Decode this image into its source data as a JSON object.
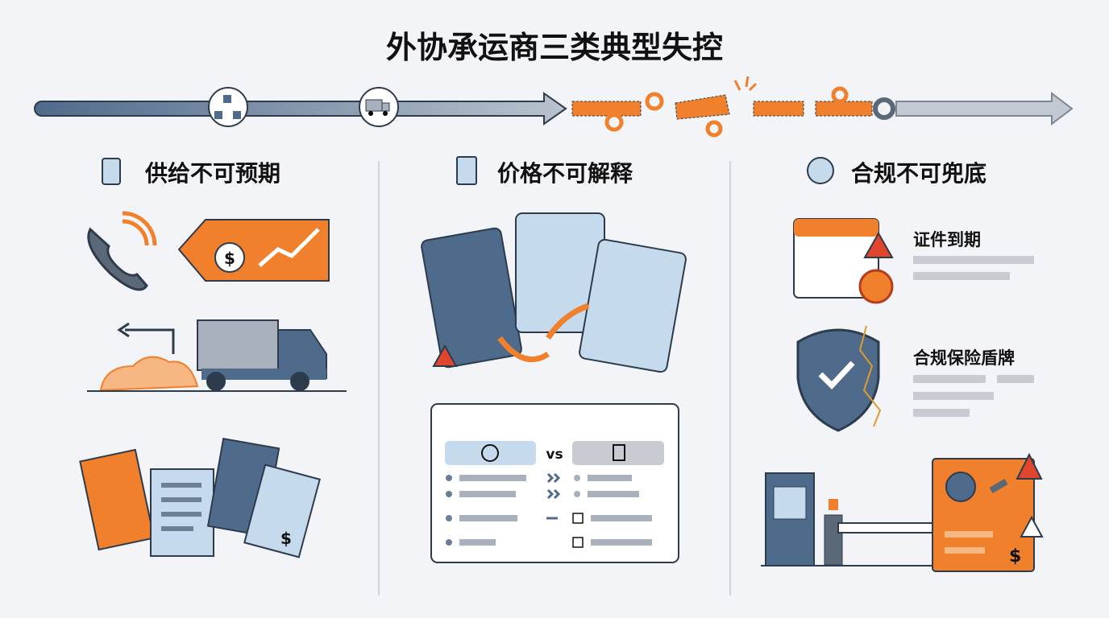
{
  "title": "外协承运商三类典型失控",
  "colors": {
    "dark": "#4f6b8c",
    "light": "#c6daee",
    "orange": "#f0802b",
    "gray": "#a7b0bb",
    "red": "#e0452e"
  },
  "columns": [
    {
      "heading": "供给不可预期",
      "icon": "package-icon"
    },
    {
      "heading": "价格不可解释",
      "icon": "document-tag-icon"
    },
    {
      "heading": "合规不可兜底",
      "icon": "shield-icon"
    }
  ],
  "comparison": {
    "vs_label": "vs",
    "left_icon": "clock-icon",
    "right_icon": "clipboard-icon"
  },
  "compliance_items": [
    {
      "label": "证件到期"
    },
    {
      "label": "合规保险盾牌"
    }
  ],
  "price_symbol": "$"
}
